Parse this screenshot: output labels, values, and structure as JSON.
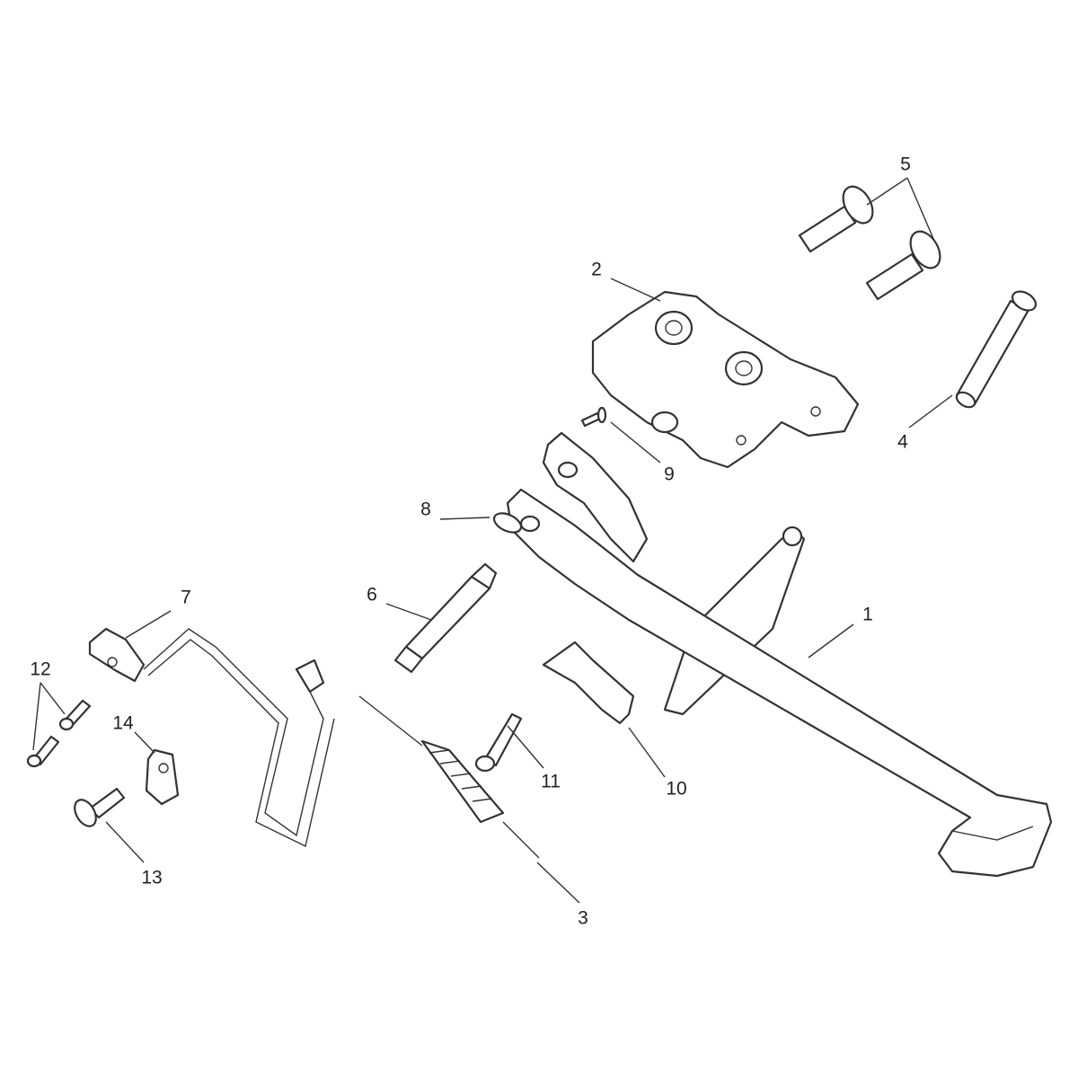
{
  "diagram": {
    "type": "exploded parts diagram",
    "callouts": [
      "1",
      "2",
      "3",
      "4",
      "5",
      "6",
      "7",
      "8",
      "9",
      "10",
      "11",
      "12",
      "13",
      "14"
    ]
  }
}
